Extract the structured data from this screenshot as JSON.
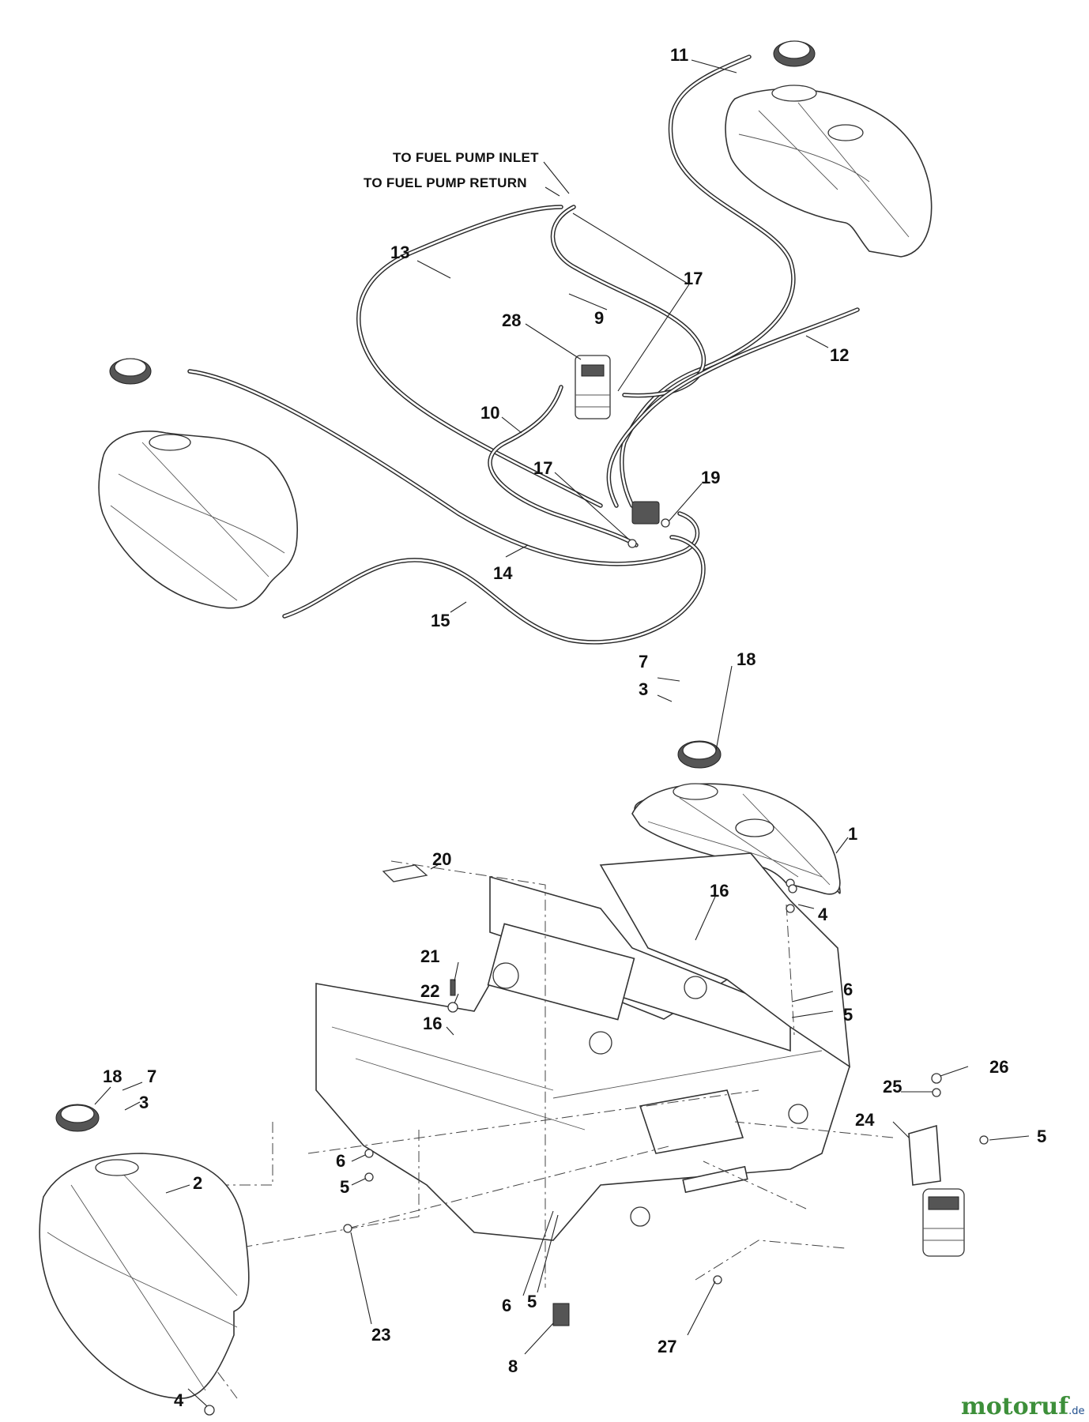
{
  "notes": {
    "fuel_pump_inlet": "TO FUEL PUMP INLET",
    "fuel_pump_return": "TO FUEL PUMP RETURN"
  },
  "callouts": {
    "c11": "11",
    "c13": "13",
    "c17a": "17",
    "c9": "9",
    "c28": "28",
    "c12": "12",
    "c10": "10",
    "c17b": "17",
    "c19": "19",
    "c14": "14",
    "c15": "15",
    "c7a": "7",
    "c18a": "18",
    "c3a": "3",
    "c1": "1",
    "c4a": "4",
    "c20": "20",
    "c16a": "16",
    "c21": "21",
    "c22": "22",
    "c16b": "16",
    "c6a": "6",
    "c5a": "5",
    "c26": "26",
    "c25": "25",
    "c24": "24",
    "c5b": "5",
    "c18b": "18",
    "c7b": "7",
    "c3b": "3",
    "c2": "2",
    "c6b": "6",
    "c5c": "5",
    "c6c": "6",
    "c5d": "5",
    "c23": "23",
    "c27": "27",
    "c8": "8",
    "c4b": "4"
  },
  "watermark": {
    "brand": "motoruf",
    "tld": ".de",
    "colors": {
      "green": "#3d8f3a",
      "blue": "#1f4e8c"
    }
  }
}
